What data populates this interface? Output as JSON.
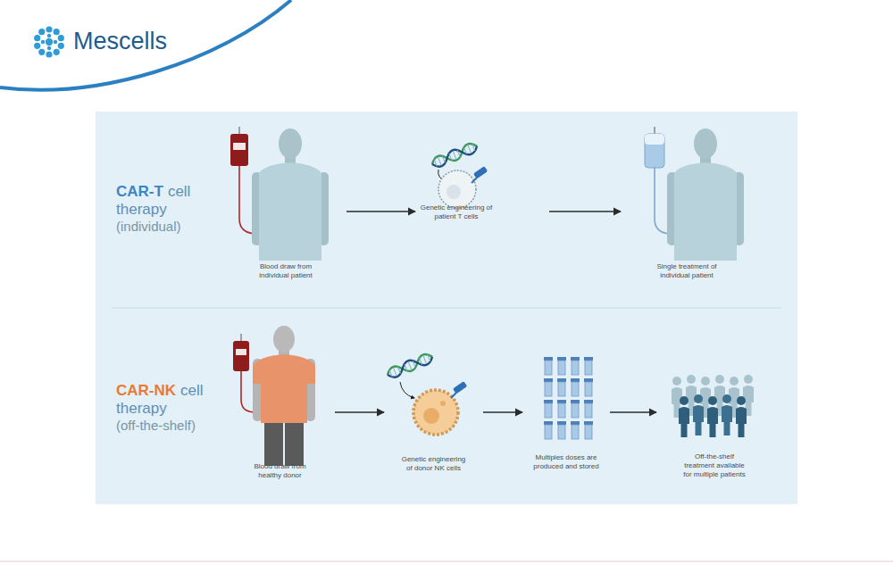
{
  "diagram": {
    "nodes": [
      {
        "text": [
          "Blood draw from individual patient"
        ]
      },
      {
        "text": [
          "Genetic engineering of patient T cells"
        ]
      },
      {
        "text": [
          "Single treatment of individual patient"
        ]
      },
      {
        "text": [
          "Blood draw from healthy donor"
        ]
      },
      {
        "text": [
          "Genetic engineering of donor NK cells"
        ]
      },
      {
        "text": [
          "Multiples doses are produced and stored"
        ]
      },
      {
        "text": [
          "Off-the-shelf treatment available for multiple patients"
        ]
      }
    ],
    "edges": [
      {
        "from": 0,
        "to": 1,
        "arrow": "to"
      },
      {
        "from": 1,
        "to": 2,
        "arrow": "to"
      },
      {
        "from": 3,
        "to": 4,
        "arrow": "to"
      },
      {
        "from": 4,
        "to": 5,
        "arrow": "to"
      },
      {
        "from": 5,
        "to": 6,
        "arrow": "to"
      }
    ],
    "labels": [
      "Mescells",
      "CAR-T",
      "cell therapy",
      "(individual)",
      "CAR-NK",
      "cell therapy",
      "(off-the-shelf)"
    ]
  }
}
